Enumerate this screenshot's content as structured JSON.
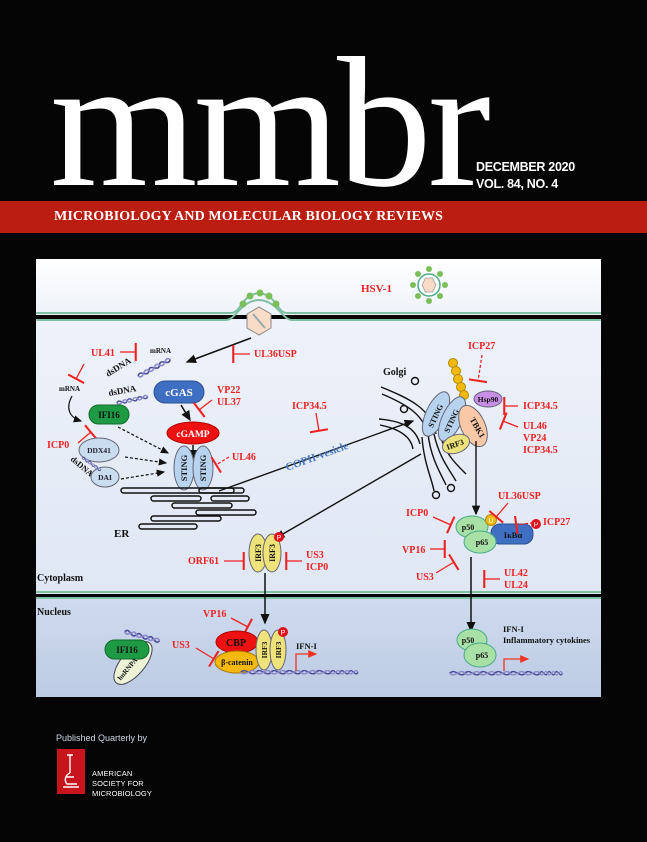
{
  "journal": {
    "masthead": "mmbr",
    "issue_date": "DECEMBER 2020",
    "volume_issue": "VOL. 84, NO. 4",
    "full_title": "MICROBIOLOGY AND MOLECULAR BIOLOGY REVIEWS"
  },
  "colors": {
    "band": "#bb1e10",
    "inhibitor_red": "#ee2222",
    "membrane_green": "#7fbfa3",
    "cgas_blue": "#3f6fc2",
    "ifi16_green": "#1f9a44",
    "irf3_yellow": "#eee27a",
    "p_red": "#e0101a"
  },
  "figure": {
    "virus_label": "HSV-1",
    "compartments": {
      "cytoplasm": "Cytoplasm",
      "nucleus": "Nucleus",
      "er": "ER",
      "golgi": "Golgi",
      "copii": "COPII-vesicle"
    },
    "nucleic_acids": {
      "mrna_top": "mRNA",
      "mrna_left": "mRNA",
      "dsdna_cgas": "dsDNA",
      "dsdna_ifi16": "dsDNA",
      "dsdna_dai": "dsDNA"
    },
    "proteins": {
      "cgas": "cGAS",
      "cgamp": "cGAMP",
      "ifi16": "IFI16",
      "ddx41": "DDX41",
      "dai": "DAI",
      "sting": "STING",
      "tbk1": "TBK1",
      "hsp90": "Hsp90",
      "irf3": "IRF3",
      "p50": "p50",
      "p65": "p65",
      "ikba": "IκBα",
      "cbp": "CBP",
      "beta_catenin": "β-catenin",
      "ifi16_nuc": "IFI16",
      "hnrnpa2b1": "hnRNPA2B1",
      "phospho": "P",
      "ubiquitin": "U"
    },
    "inhibitors": {
      "ul41": "UL41",
      "ul36usp_top": "UL36USP",
      "icp0_left": "ICP0",
      "vp22": "VP22",
      "ul37": "UL37",
      "ul46_sting": "UL46",
      "icp34_5_copii": "ICP34.5",
      "icp27_top": "ICP27",
      "icp34_5_hsp90": "ICP34.5",
      "ul46_tbk1": "UL46",
      "vp24": "VP24",
      "icp34_5_tbk1": "ICP34.5",
      "orf61": "ORF61",
      "us3_irf3": "US3",
      "icp0_irf3": "ICP0",
      "icp0_nfkb": "ICP0",
      "ul36usp_nfkb": "UL36USP",
      "icp27_nfkb": "ICP27",
      "vp16_nfkb": "VP16",
      "us3_nfkb": "US3",
      "ul42": "UL42",
      "ul24": "UL24",
      "vp16_nuc": "VP16",
      "us3_nuc": "US3"
    },
    "outputs": {
      "ifn_irf3": "IFN-I",
      "ifn_nfkb": "IFN-I",
      "cytokines": "Inflammatory cytokines"
    }
  },
  "publisher": {
    "published_by": "Published Quarterly by",
    "name_lines": [
      "AMERICAN",
      "SOCIETY FOR",
      "MICROBIOLOGY"
    ]
  }
}
